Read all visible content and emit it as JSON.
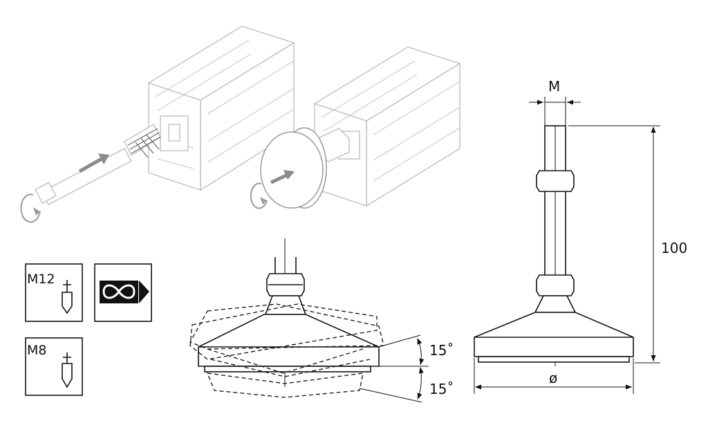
{
  "dimensions": {
    "thread_label": "M",
    "height_value": "100",
    "diameter_label": "ø",
    "tilt_upper": "15˚",
    "tilt_lower": "15˚"
  },
  "icons": {
    "thread_m12": "M12",
    "thread_m8": "M8",
    "infinite_adjust": "infinity-icon"
  },
  "colors": {
    "line": "#111111",
    "ghost": "#bfbfbf",
    "arrow": "#8a8a8a"
  }
}
